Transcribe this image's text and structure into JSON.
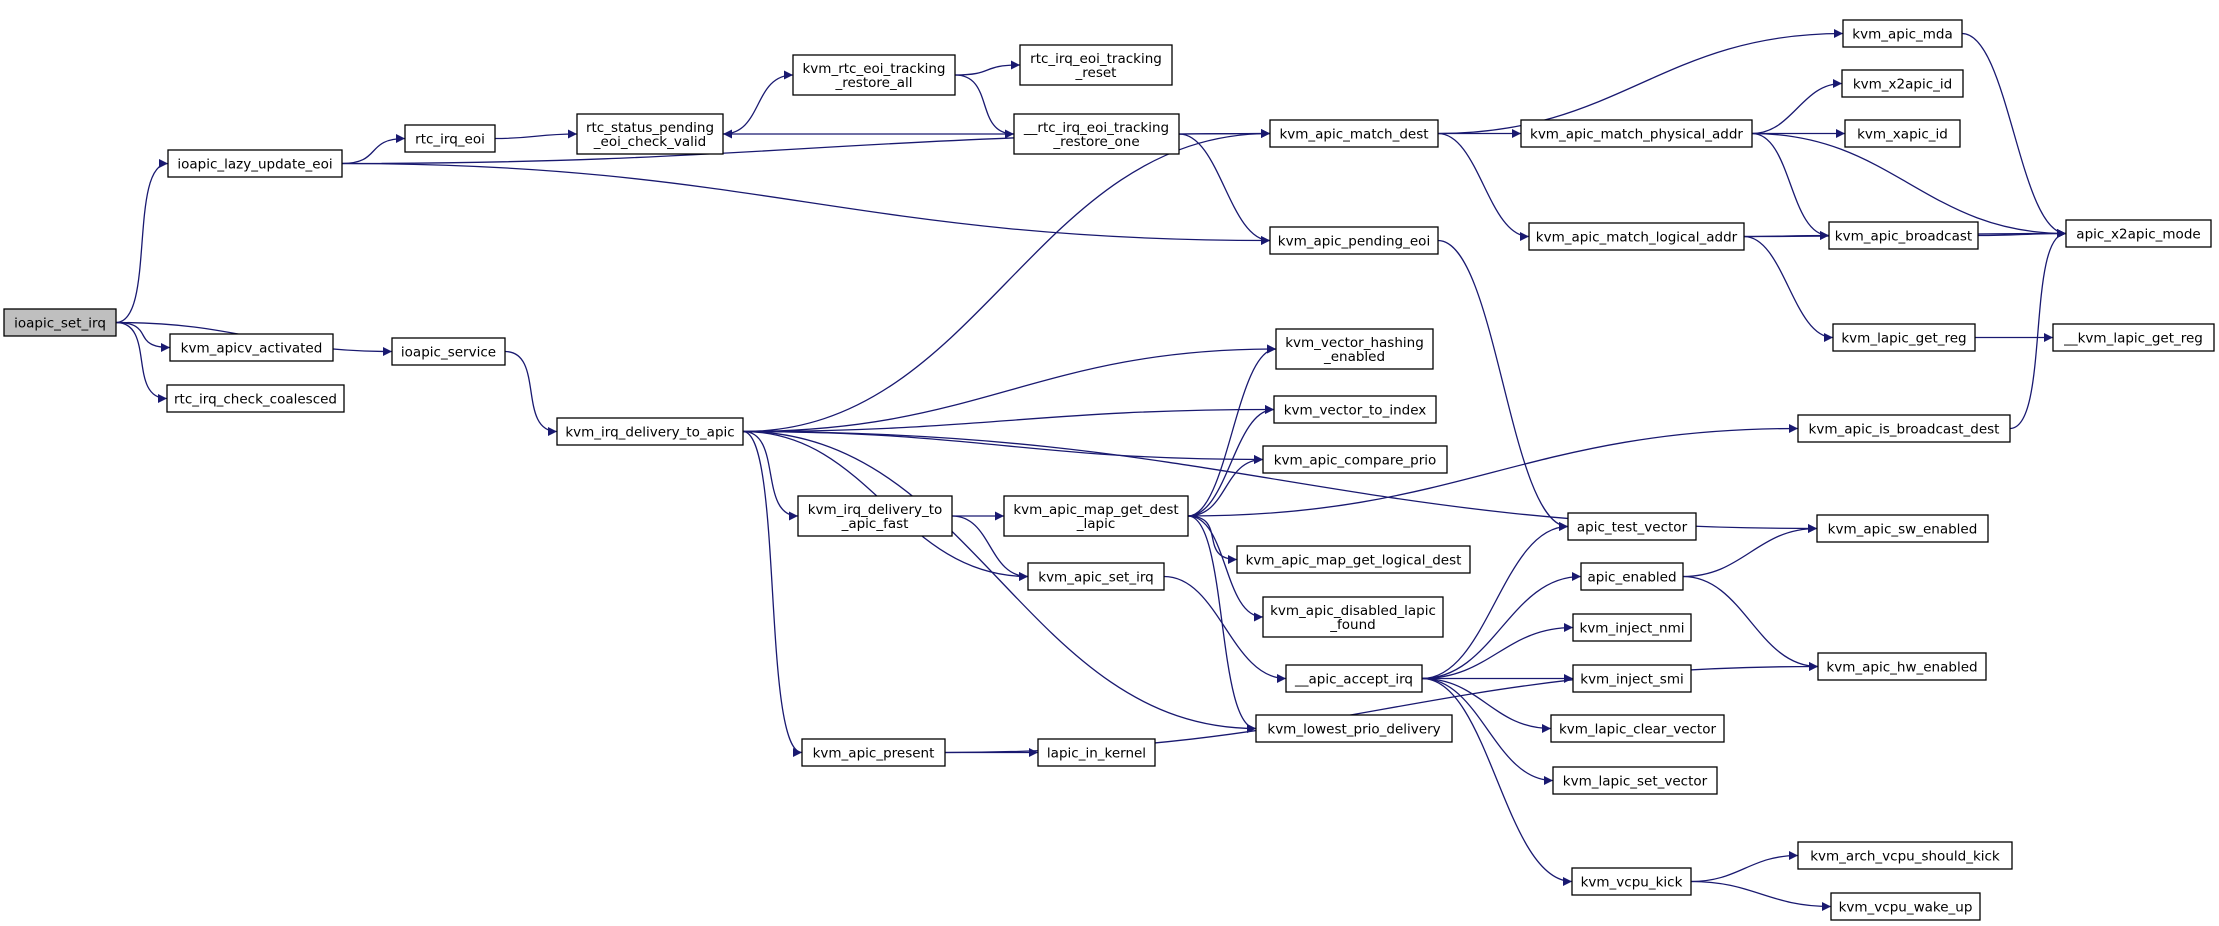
{
  "colors": {
    "edge": "#191970",
    "node_border": "#000000",
    "root_fill": "#bfbfbf",
    "node_fill": "#ffffff"
  },
  "nodes": {
    "ioapic_set_irq": [
      "ioapic_set_irq"
    ],
    "ioapic_lazy_update_eoi": [
      "ioapic_lazy_update_eoi"
    ],
    "kvm_apicv_activated": [
      "kvm_apicv_activated"
    ],
    "rtc_irq_check_coalesced": [
      "rtc_irq_check_coalesced"
    ],
    "ioapic_service": [
      "ioapic_service"
    ],
    "rtc_irq_eoi": [
      "rtc_irq_eoi"
    ],
    "rtc_status_pending_eoi_check_valid": [
      "rtc_status_pending",
      "_eoi_check_valid"
    ],
    "kvm_rtc_eoi_tracking_restore_all": [
      "kvm_rtc_eoi_tracking",
      "_restore_all"
    ],
    "rtc_irq_eoi_tracking_reset": [
      "rtc_irq_eoi_tracking",
      "_reset"
    ],
    "__rtc_irq_eoi_tracking_restore_one": [
      "__rtc_irq_eoi_tracking",
      "_restore_one"
    ],
    "kvm_apic_match_dest": [
      "kvm_apic_match_dest"
    ],
    "kvm_apic_pending_eoi": [
      "kvm_apic_pending_eoi"
    ],
    "kvm_irq_delivery_to_apic": [
      "kvm_irq_delivery_to_apic"
    ],
    "kvm_vector_hashing_enabled": [
      "kvm_vector_hashing",
      "_enabled"
    ],
    "kvm_vector_to_index": [
      "kvm_vector_to_index"
    ],
    "kvm_apic_compare_prio": [
      "kvm_apic_compare_prio"
    ],
    "kvm_irq_delivery_to_apic_fast": [
      "kvm_irq_delivery_to",
      "_apic_fast"
    ],
    "kvm_apic_map_get_dest_lapic": [
      "kvm_apic_map_get_dest",
      "_lapic"
    ],
    "kvm_apic_set_irq": [
      "kvm_apic_set_irq"
    ],
    "kvm_apic_map_get_logical_dest": [
      "kvm_apic_map_get_logical_dest"
    ],
    "kvm_apic_disabled_lapic_found": [
      "kvm_apic_disabled_lapic",
      "_found"
    ],
    "__apic_accept_irq": [
      "__apic_accept_irq"
    ],
    "kvm_lowest_prio_delivery": [
      "kvm_lowest_prio_delivery"
    ],
    "kvm_apic_present": [
      "kvm_apic_present"
    ],
    "lapic_in_kernel": [
      "lapic_in_kernel"
    ],
    "kvm_apic_mda": [
      "kvm_apic_mda"
    ],
    "kvm_apic_match_physical_addr": [
      "kvm_apic_match_physical_addr"
    ],
    "kvm_apic_match_logical_addr": [
      "kvm_apic_match_logical_addr"
    ],
    "kvm_x2apic_id": [
      "kvm_x2apic_id"
    ],
    "kvm_xapic_id": [
      "kvm_xapic_id"
    ],
    "kvm_apic_broadcast": [
      "kvm_apic_broadcast"
    ],
    "apic_x2apic_mode": [
      "apic_x2apic_mode"
    ],
    "kvm_lapic_get_reg": [
      "kvm_lapic_get_reg"
    ],
    "__kvm_lapic_get_reg": [
      "__kvm_lapic_get_reg"
    ],
    "kvm_apic_is_broadcast_dest": [
      "kvm_apic_is_broadcast_dest"
    ],
    "apic_test_vector": [
      "apic_test_vector"
    ],
    "kvm_apic_sw_enabled": [
      "kvm_apic_sw_enabled"
    ],
    "apic_enabled": [
      "apic_enabled"
    ],
    "kvm_inject_nmi": [
      "kvm_inject_nmi"
    ],
    "kvm_inject_smi": [
      "kvm_inject_smi"
    ],
    "kvm_apic_hw_enabled": [
      "kvm_apic_hw_enabled"
    ],
    "kvm_lapic_clear_vector": [
      "kvm_lapic_clear_vector"
    ],
    "kvm_lapic_set_vector": [
      "kvm_lapic_set_vector"
    ],
    "kvm_vcpu_kick": [
      "kvm_vcpu_kick"
    ],
    "kvm_arch_vcpu_should_kick": [
      "kvm_arch_vcpu_should_kick"
    ],
    "kvm_vcpu_wake_up": [
      "kvm_vcpu_wake_up"
    ]
  },
  "edges": [
    [
      "ioapic_set_irq",
      "ioapic_lazy_update_eoi"
    ],
    [
      "ioapic_set_irq",
      "kvm_apicv_activated"
    ],
    [
      "ioapic_set_irq",
      "rtc_irq_check_coalesced"
    ],
    [
      "ioapic_set_irq",
      "ioapic_service"
    ],
    [
      "ioapic_lazy_update_eoi",
      "rtc_irq_eoi"
    ],
    [
      "ioapic_lazy_update_eoi",
      "kvm_apic_match_dest"
    ],
    [
      "ioapic_lazy_update_eoi",
      "kvm_apic_pending_eoi"
    ],
    [
      "rtc_irq_eoi",
      "rtc_status_pending_eoi_check_valid"
    ],
    [
      "rtc_status_pending_eoi_check_valid",
      "kvm_rtc_eoi_tracking_restore_all"
    ],
    [
      "kvm_rtc_eoi_tracking_restore_all",
      "rtc_irq_eoi_tracking_reset"
    ],
    [
      "kvm_rtc_eoi_tracking_restore_all",
      "__rtc_irq_eoi_tracking_restore_one"
    ],
    [
      "__rtc_irq_eoi_tracking_restore_one",
      "rtc_status_pending_eoi_check_valid"
    ],
    [
      "__rtc_irq_eoi_tracking_restore_one",
      "kvm_apic_match_dest"
    ],
    [
      "__rtc_irq_eoi_tracking_restore_one",
      "kvm_apic_pending_eoi"
    ],
    [
      "ioapic_service",
      "kvm_irq_delivery_to_apic"
    ],
    [
      "kvm_irq_delivery_to_apic",
      "kvm_apic_match_dest"
    ],
    [
      "kvm_irq_delivery_to_apic",
      "kvm_apic_sw_enabled"
    ],
    [
      "kvm_irq_delivery_to_apic",
      "kvm_vector_hashing_enabled"
    ],
    [
      "kvm_irq_delivery_to_apic",
      "kvm_vector_to_index"
    ],
    [
      "kvm_irq_delivery_to_apic",
      "kvm_apic_compare_prio"
    ],
    [
      "kvm_irq_delivery_to_apic",
      "kvm_irq_delivery_to_apic_fast"
    ],
    [
      "kvm_irq_delivery_to_apic",
      "kvm_apic_set_irq"
    ],
    [
      "kvm_irq_delivery_to_apic",
      "kvm_lowest_prio_delivery"
    ],
    [
      "kvm_irq_delivery_to_apic",
      "kvm_apic_present"
    ],
    [
      "kvm_irq_delivery_to_apic_fast",
      "kvm_apic_map_get_dest_lapic"
    ],
    [
      "kvm_irq_delivery_to_apic_fast",
      "kvm_apic_set_irq"
    ],
    [
      "kvm_apic_map_get_dest_lapic",
      "kvm_vector_hashing_enabled"
    ],
    [
      "kvm_apic_map_get_dest_lapic",
      "kvm_vector_to_index"
    ],
    [
      "kvm_apic_map_get_dest_lapic",
      "kvm_apic_compare_prio"
    ],
    [
      "kvm_apic_map_get_dest_lapic",
      "kvm_apic_is_broadcast_dest"
    ],
    [
      "kvm_apic_map_get_dest_lapic",
      "kvm_apic_map_get_logical_dest"
    ],
    [
      "kvm_apic_map_get_dest_lapic",
      "kvm_apic_disabled_lapic_found"
    ],
    [
      "kvm_apic_map_get_dest_lapic",
      "kvm_lowest_prio_delivery"
    ],
    [
      "kvm_apic_set_irq",
      "__apic_accept_irq"
    ],
    [
      "kvm_apic_present",
      "lapic_in_kernel"
    ],
    [
      "kvm_apic_present",
      "kvm_apic_hw_enabled"
    ],
    [
      "kvm_apic_match_dest",
      "kvm_apic_mda"
    ],
    [
      "kvm_apic_match_dest",
      "kvm_apic_match_physical_addr"
    ],
    [
      "kvm_apic_match_dest",
      "kvm_apic_match_logical_addr"
    ],
    [
      "kvm_apic_match_physical_addr",
      "kvm_x2apic_id"
    ],
    [
      "kvm_apic_match_physical_addr",
      "kvm_xapic_id"
    ],
    [
      "kvm_apic_match_physical_addr",
      "kvm_apic_broadcast"
    ],
    [
      "kvm_apic_match_physical_addr",
      "apic_x2apic_mode"
    ],
    [
      "kvm_apic_match_logical_addr",
      "kvm_apic_broadcast"
    ],
    [
      "kvm_apic_match_logical_addr",
      "apic_x2apic_mode"
    ],
    [
      "kvm_apic_match_logical_addr",
      "kvm_lapic_get_reg"
    ],
    [
      "kvm_apic_mda",
      "apic_x2apic_mode"
    ],
    [
      "kvm_apic_broadcast",
      "apic_x2apic_mode"
    ],
    [
      "kvm_lapic_get_reg",
      "__kvm_lapic_get_reg"
    ],
    [
      "kvm_apic_is_broadcast_dest",
      "apic_x2apic_mode"
    ],
    [
      "kvm_apic_pending_eoi",
      "apic_test_vector"
    ],
    [
      "__apic_accept_irq",
      "apic_test_vector"
    ],
    [
      "__apic_accept_irq",
      "apic_enabled"
    ],
    [
      "__apic_accept_irq",
      "kvm_inject_nmi"
    ],
    [
      "__apic_accept_irq",
      "kvm_inject_smi"
    ],
    [
      "__apic_accept_irq",
      "kvm_lapic_clear_vector"
    ],
    [
      "__apic_accept_irq",
      "kvm_lapic_set_vector"
    ],
    [
      "__apic_accept_irq",
      "kvm_vcpu_kick"
    ],
    [
      "apic_enabled",
      "kvm_apic_sw_enabled"
    ],
    [
      "apic_enabled",
      "kvm_apic_hw_enabled"
    ],
    [
      "kvm_vcpu_kick",
      "kvm_arch_vcpu_should_kick"
    ],
    [
      "kvm_vcpu_kick",
      "kvm_vcpu_wake_up"
    ]
  ]
}
